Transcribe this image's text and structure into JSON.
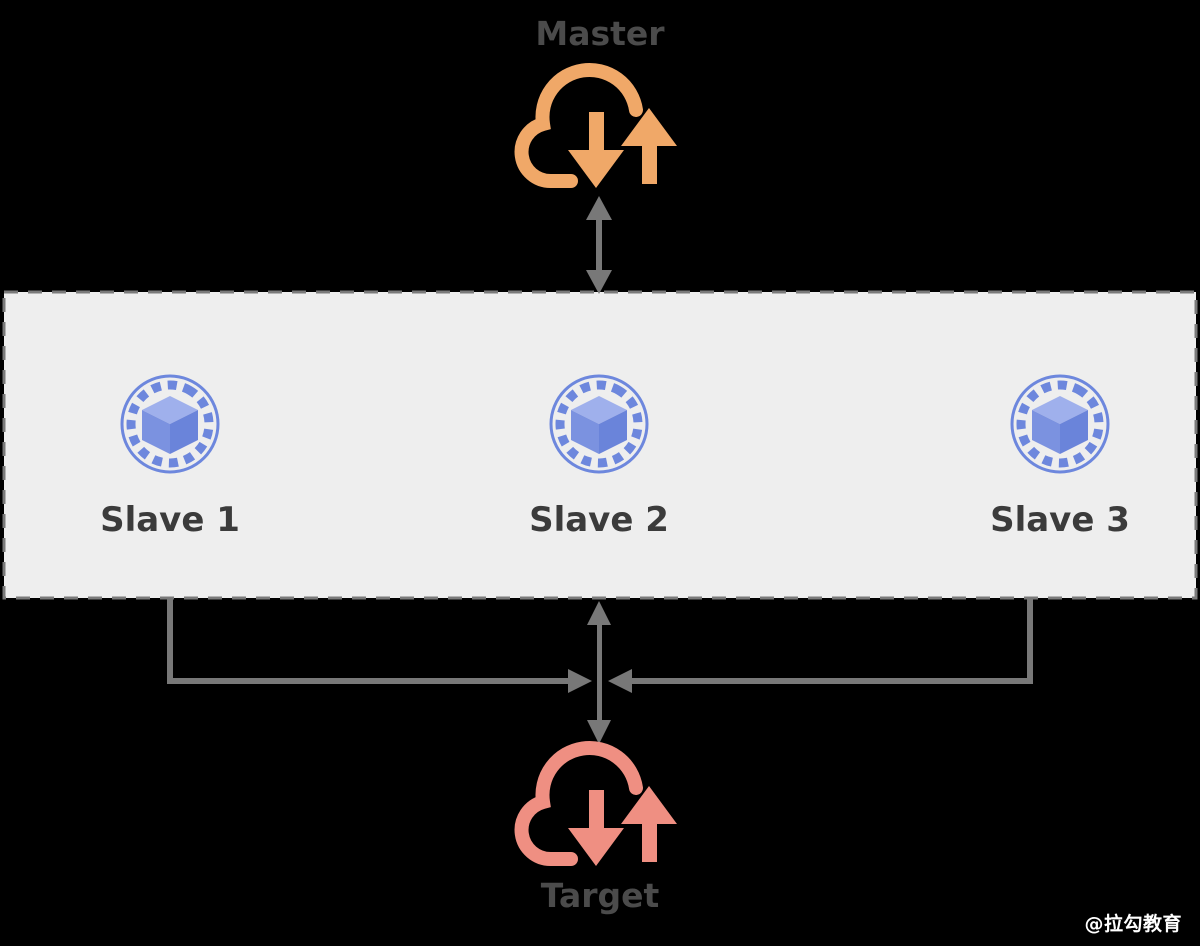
{
  "diagram": {
    "title_master": "Master",
    "title_target": "Target",
    "watermark": "@拉勾教育",
    "colors": {
      "background": "#000000",
      "master_cloud": "#f0a868",
      "target_cloud": "#ef8f82",
      "slave_icon": "#6d87dd",
      "slave_icon_light": "#8ea2e8",
      "slave_icon_dark": "#5f7ad6",
      "group_fill": "#eeeeee",
      "group_border": "#7a7a7a",
      "connector": "#787878",
      "label_text": "#3b3b3b",
      "cloud_label_text": "#4b4b4b",
      "watermark_text": "#ffffff"
    },
    "group": {
      "name": "slave-group",
      "border_style": "dashed"
    },
    "nodes": [
      {
        "id": "master",
        "label": "Master",
        "icon": "cloud-sync-icon",
        "kind": "cloud"
      },
      {
        "id": "slave-1",
        "label": "Slave 1",
        "icon": "cube-ring-icon",
        "kind": "slave"
      },
      {
        "id": "slave-2",
        "label": "Slave 2",
        "icon": "cube-ring-icon",
        "kind": "slave"
      },
      {
        "id": "slave-3",
        "label": "Slave 3",
        "icon": "cube-ring-icon",
        "kind": "slave"
      },
      {
        "id": "target",
        "label": "Target",
        "icon": "cloud-sync-icon",
        "kind": "cloud"
      }
    ],
    "connectors": [
      {
        "id": "master-to-group",
        "from": "master",
        "to": "slave-group",
        "style": "double-arrow-vertical"
      },
      {
        "id": "group-to-target",
        "from": "slave-group",
        "to": "target",
        "style": "double-arrow-vertical"
      },
      {
        "id": "slave1-bracket",
        "from": "slave-1",
        "to": "junction",
        "style": "bracket-arrow"
      },
      {
        "id": "slave3-bracket",
        "from": "slave-3",
        "to": "junction",
        "style": "bracket-arrow"
      }
    ]
  }
}
